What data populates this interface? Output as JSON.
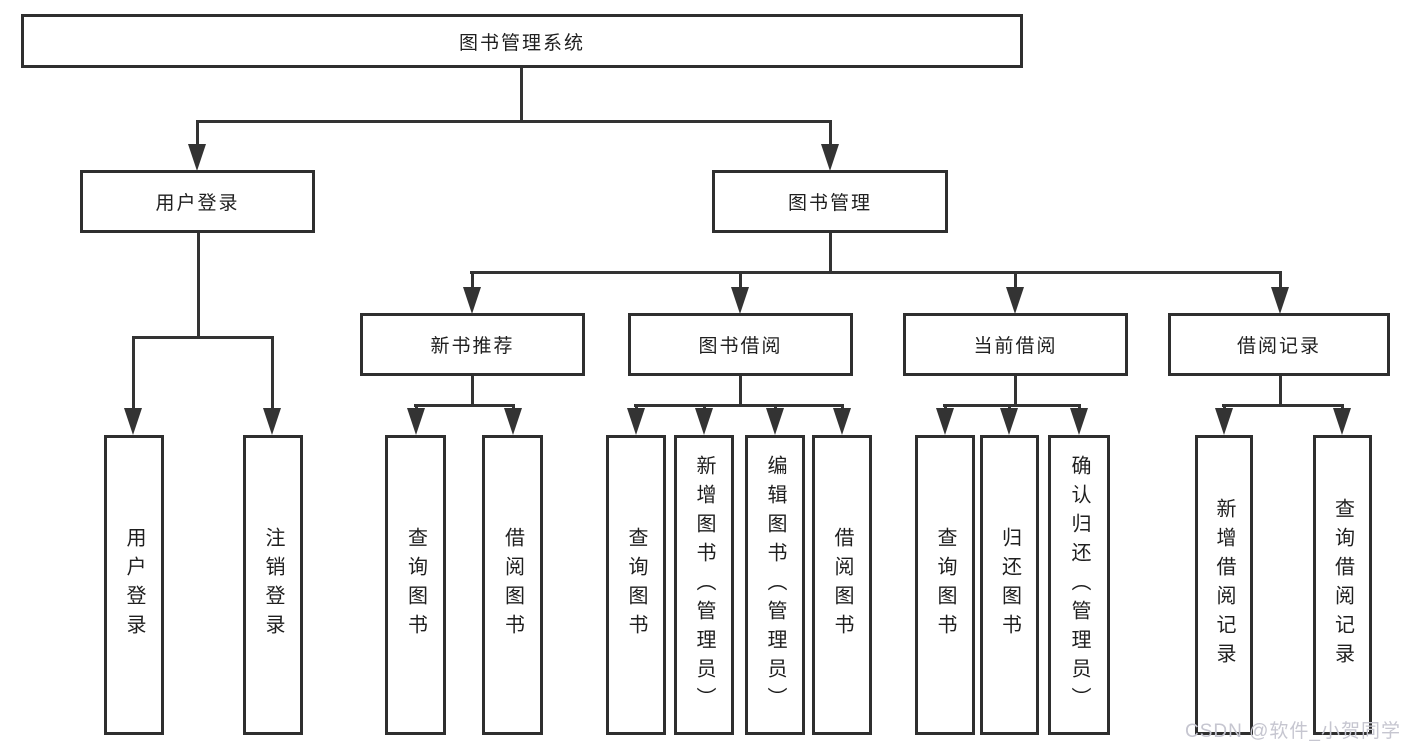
{
  "nodes": {
    "root": "图书管理系统",
    "level2": {
      "user_login": "用户登录",
      "book_mgmt": "图书管理"
    },
    "level3": {
      "new_books": "新书推荐",
      "book_borrow": "图书借阅",
      "current_borrow": "当前借阅",
      "borrow_records": "借阅记录"
    },
    "leaves": {
      "login": [
        "用户登录",
        "注销登录"
      ],
      "new_books": [
        "查询图书",
        "借阅图书"
      ],
      "book_borrow": [
        "查询图书",
        "新增图书（管理员）",
        "编辑图书（管理员）",
        "借阅图书"
      ],
      "current_borrow": [
        "查询图书",
        "归还图书",
        "确认归还（管理员）"
      ],
      "borrow_records": [
        "新增借阅记录",
        "查询借阅记录"
      ]
    }
  },
  "watermark": "CSDN @软件_小贺同学",
  "colors": {
    "line": "#333333",
    "border": "#2f2f2f",
    "text": "#1f1f1f",
    "watermark": "#c6c6d0",
    "background": "#ffffff"
  }
}
